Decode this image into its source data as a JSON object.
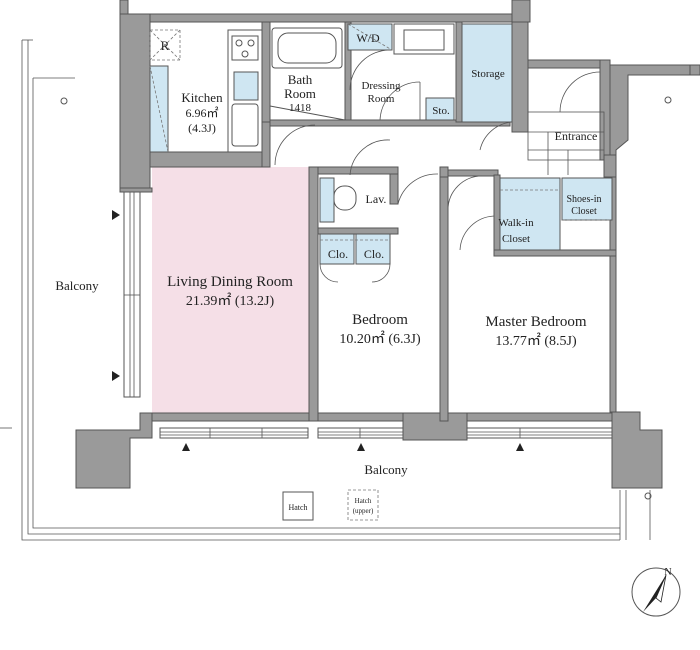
{
  "rooms": {
    "kitchen": {
      "name": "Kitchen",
      "area": "6.96㎡",
      "jou": "(4.3J)"
    },
    "refrigerator_mark": "R",
    "bath": {
      "line1": "Bath",
      "line2": "Room",
      "size": "1418"
    },
    "wd": "W/D",
    "dressing": {
      "line1": "Dressing",
      "line2": "Room"
    },
    "storage": "Storage",
    "sto": "Sto.",
    "entrance": "Entrance",
    "lav": "Lav.",
    "clo_1": "Clo.",
    "clo_2": "Clo.",
    "walkin": {
      "line1": "Walk-in",
      "line2": "Closet"
    },
    "shoesin": {
      "line1": "Shoes-in",
      "line2": "Closet"
    },
    "living": {
      "name": "Living Dining Room",
      "area": "21.39㎡ (13.2J)"
    },
    "bedroom": {
      "name": "Bedroom",
      "area": "10.20㎡  (6.3J)"
    },
    "master": {
      "name": "Master Bedroom",
      "area": "13.77㎡ (8.5J)"
    }
  },
  "balcony_side": "Balcony",
  "balcony_bottom": "Balcony",
  "hatch": "Hatch",
  "hatch_upper": {
    "line1": "Hatch",
    "line2": "(upper)"
  },
  "compass_label": "N",
  "colors": {
    "living_fill": "#f5dfe7",
    "storage_fill": "#cfe6f2",
    "wall_fill": "#9a9a9a"
  }
}
